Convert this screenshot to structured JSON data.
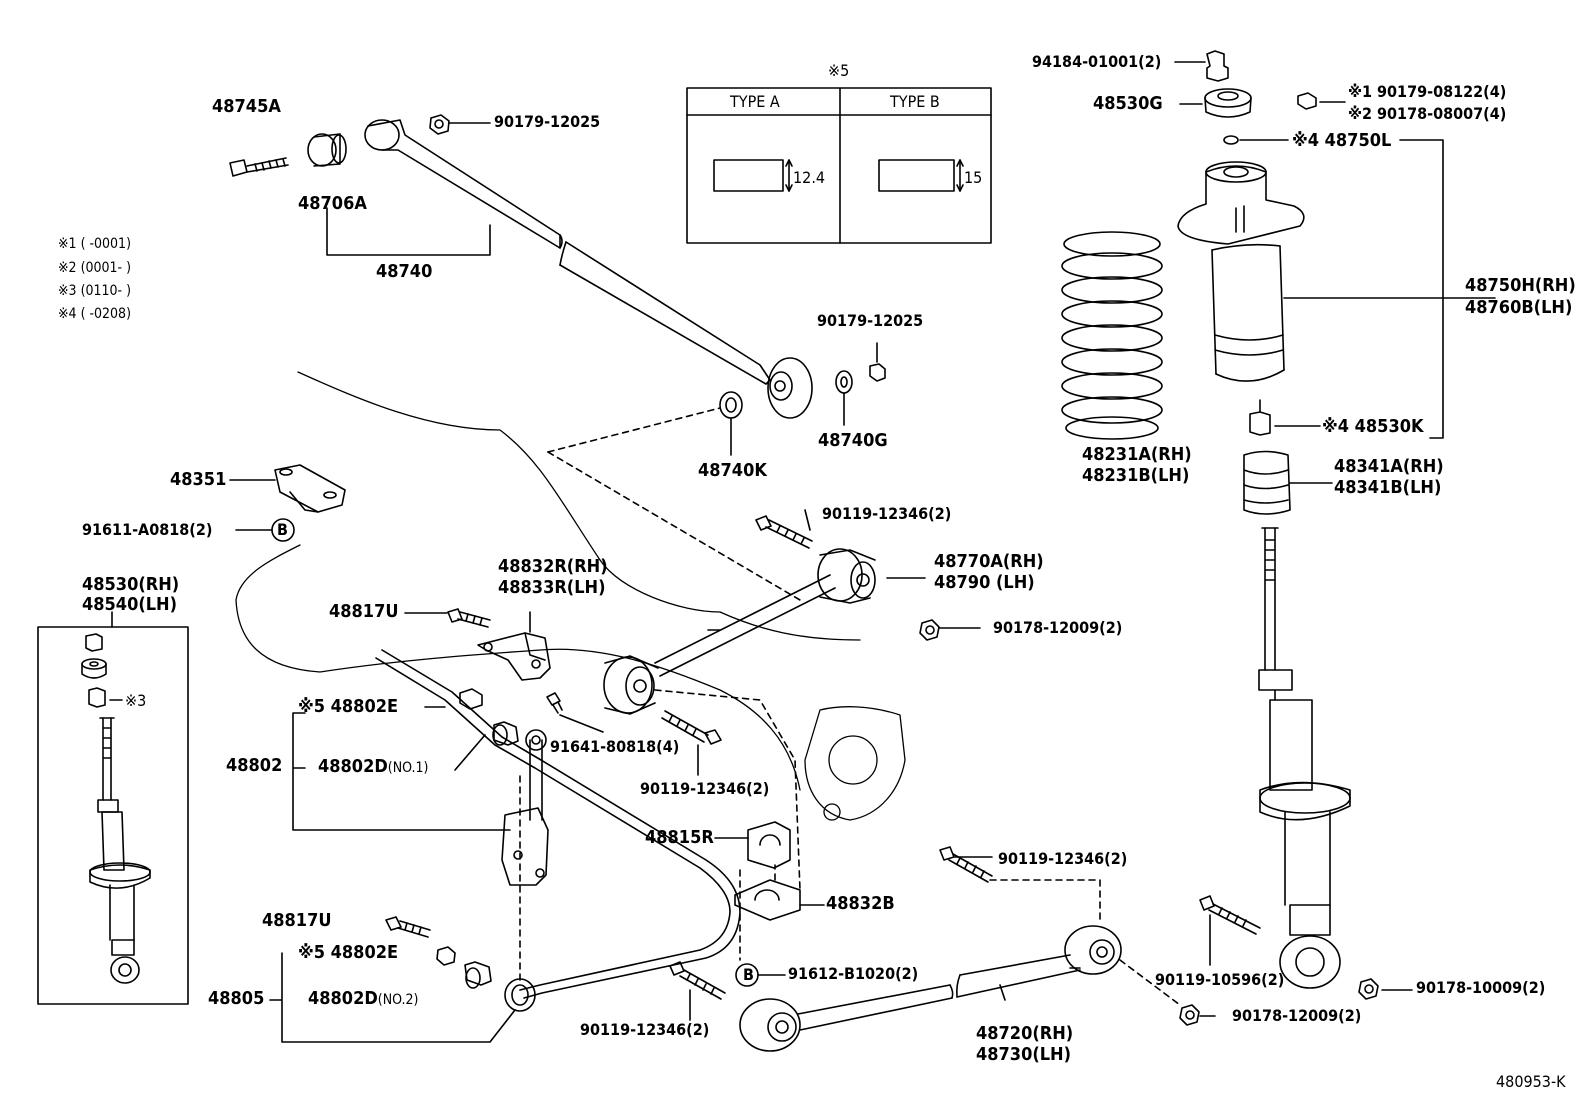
{
  "diagram_id": "480953-K",
  "notes": {
    "n1": "※1 (      -0001)",
    "n2": "※2 (0001-      )",
    "n3": "※3 (0110-      )",
    "n4": "※4 (      -0208)"
  },
  "type_box": {
    "marker": "※5",
    "type_a": "TYPE A",
    "type_b": "TYPE B",
    "dim_a": "12.4",
    "dim_b": "15"
  },
  "parts": {
    "p48745A": "48745A",
    "p48706A": "48706A",
    "p48740": "48740",
    "p90179_12025_top": "90179-12025",
    "p90179_12025_mid": "90179-12025",
    "p48740G": "48740G",
    "p48740K": "48740K",
    "p94184": "94184-01001(2)",
    "p48530G": "48530G",
    "p90179_08122": "※1 90179-08122(4)",
    "p90178_08007": "※2 90178-08007(4)",
    "p48750L": "※4 48750L",
    "p48750H": "48750H(RH)",
    "p48760B": "48760B(LH)",
    "p48231A": "48231A(RH)",
    "p48231B": "48231B(LH)",
    "p48530K": "※4 48530K",
    "p48341A": "48341A(RH)",
    "p48341B": "48341B(LH)",
    "p48351": "48351",
    "p91611": "91611-A0818(2)",
    "p48530": "48530(RH)",
    "p48540": "48540(LH)",
    "p_note3": "※3",
    "p90119_12346_a": "90119-12346(2)",
    "p48770A": "48770A(RH)",
    "p48790": "48790  (LH)",
    "p90178_12009_a": "90178-12009(2)",
    "p48832R": "48832R(RH)",
    "p48833R": "48833R(LH)",
    "p48817U_a": "48817U",
    "p48802E_a": "※5 48802E",
    "p48802": "48802",
    "p48802D_1": "48802D",
    "p48802D_1_sfx": "(NO.1)",
    "p91641": "91641-80818(4)",
    "p90119_12346_b": "90119-12346(2)",
    "p48815R": "48815R",
    "p48832B": "48832B",
    "p90119_12346_c": "90119-12346(2)",
    "p48817U_b": "48817U",
    "p48802E_b": "※5 48802E",
    "p48805": "48805",
    "p48802D_2": "48802D",
    "p48802D_2_sfx": "(NO.2)",
    "p91612": "91612-B1020(2)",
    "p90119_12346_d": "90119-12346(2)",
    "p48720": "48720(RH)",
    "p48730": "48730(LH)",
    "p90119_10596": "90119-10596(2)",
    "p90178_10009": "90178-10009(2)",
    "p90178_12009_b": "90178-12009(2)",
    "b_marker_1": "B",
    "b_marker_2": "B"
  }
}
